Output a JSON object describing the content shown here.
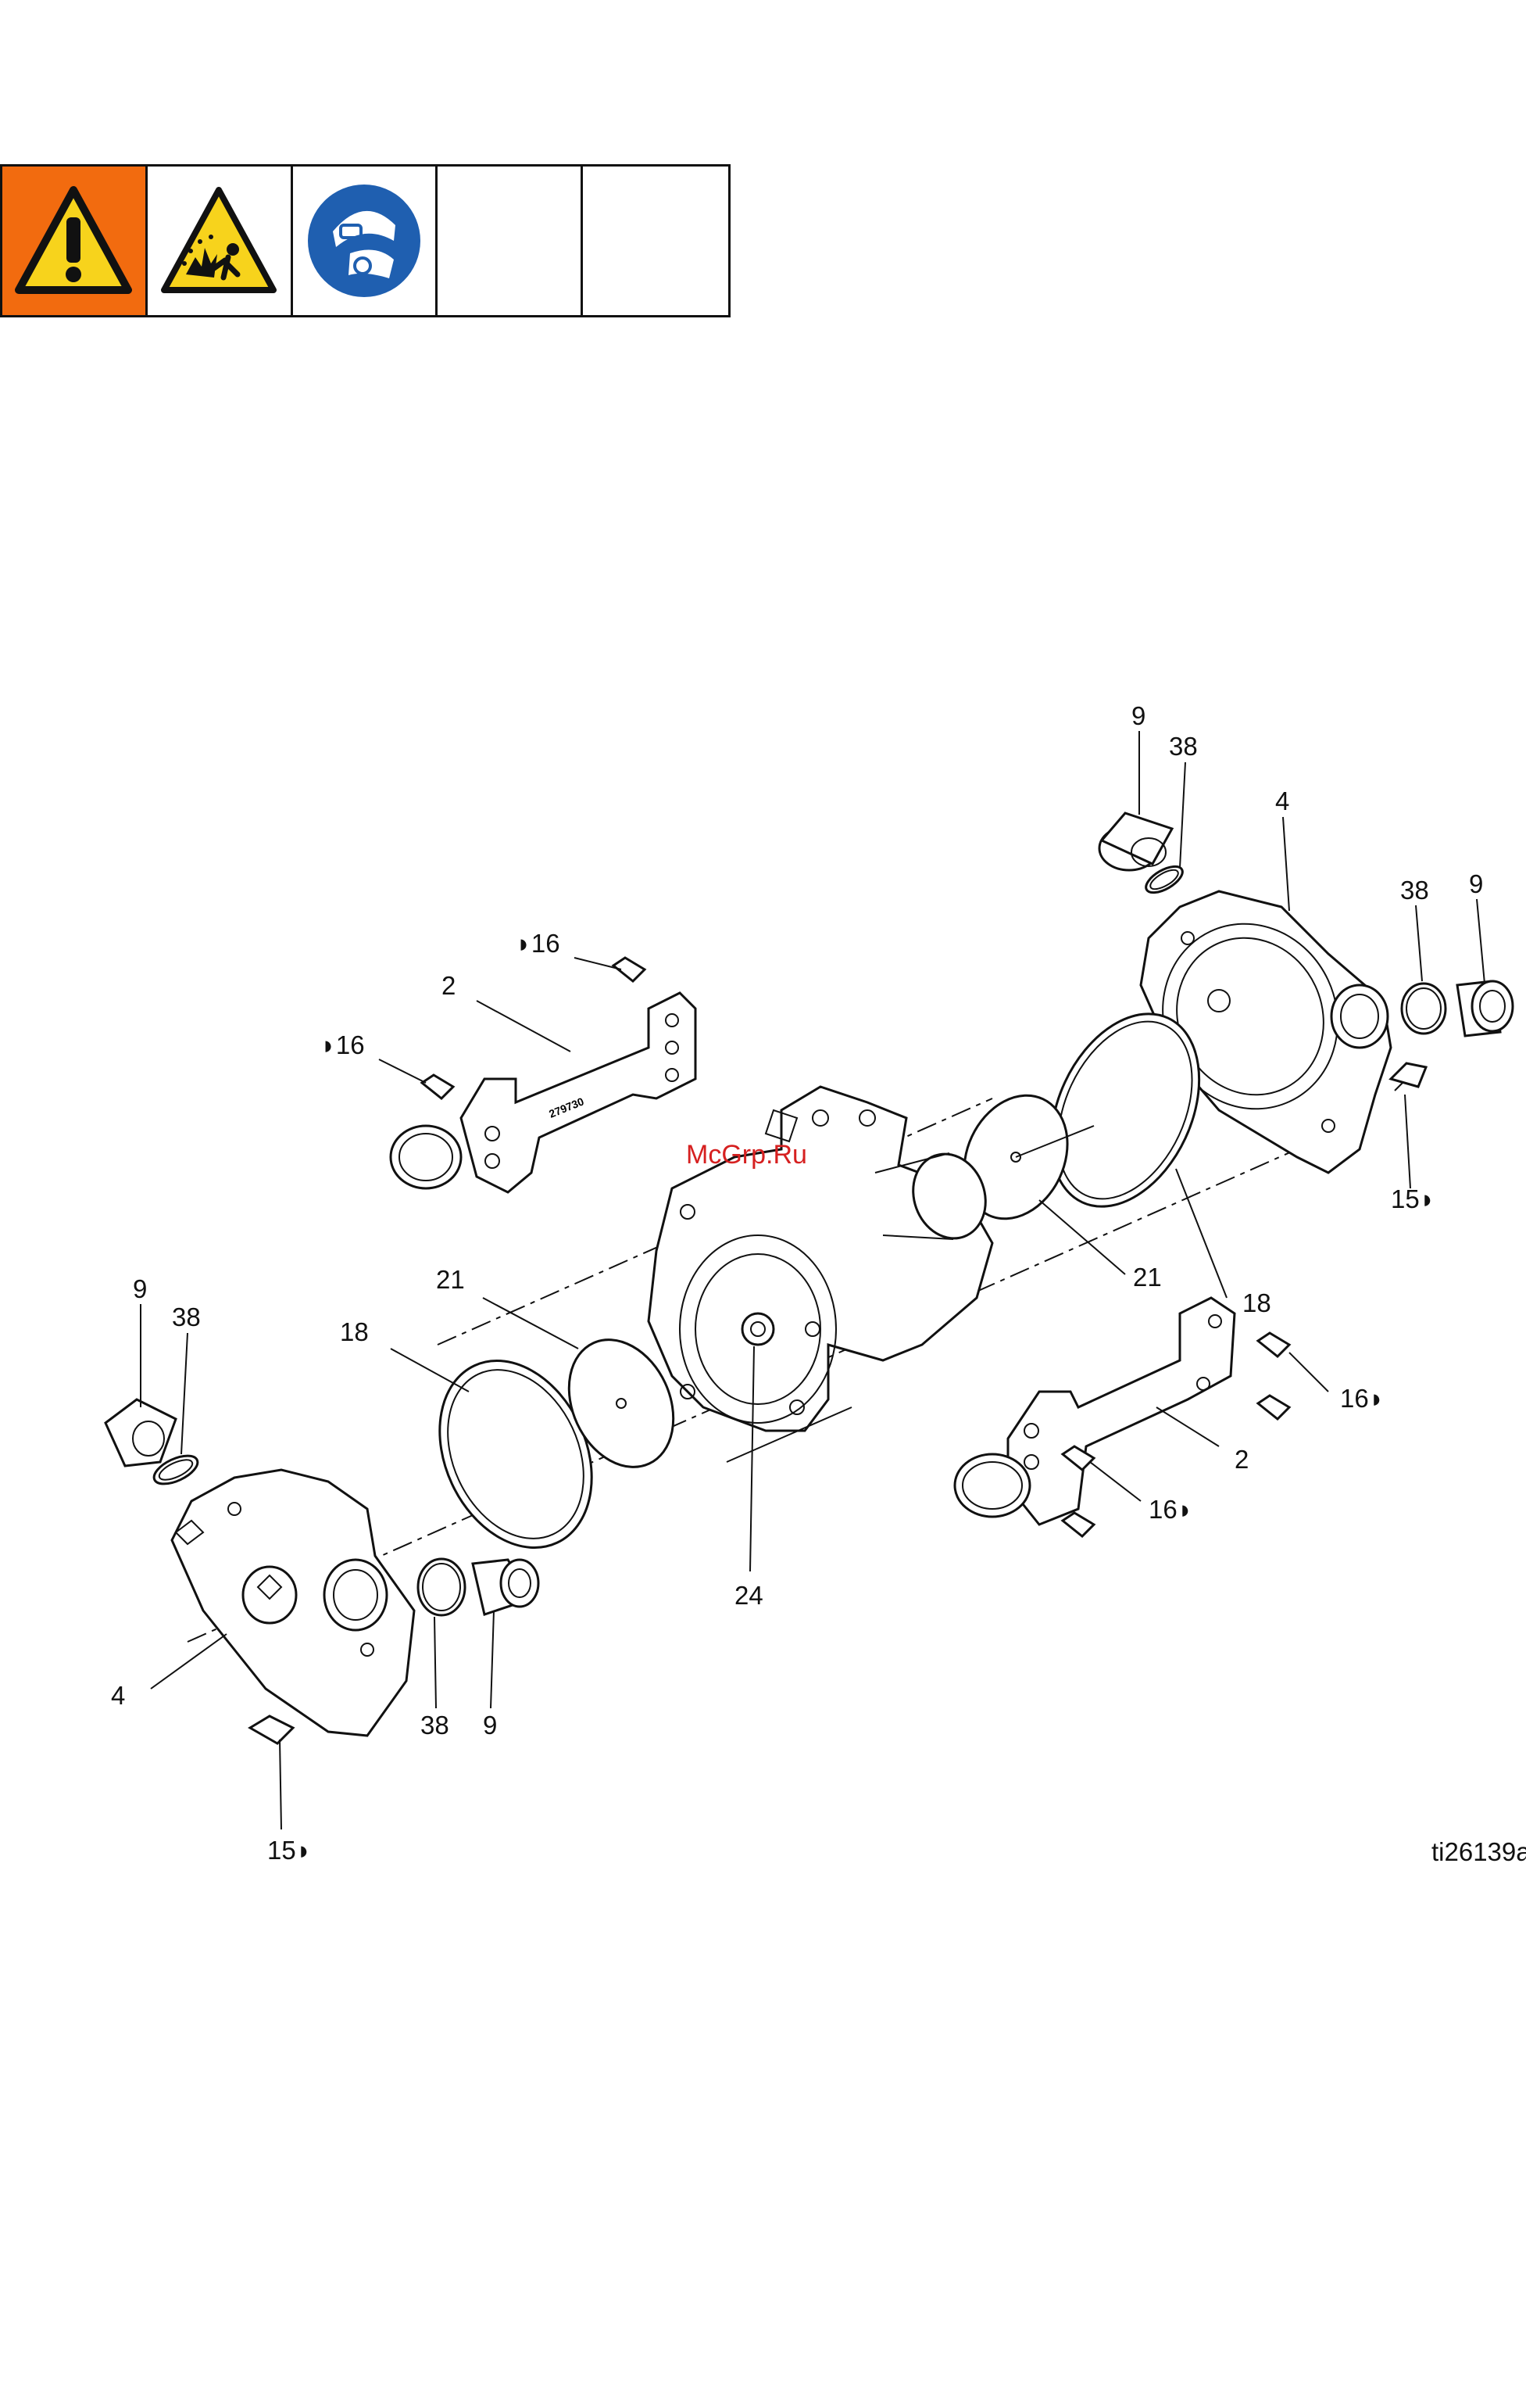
{
  "warning_icons": [
    {
      "name": "warning-icon"
    },
    {
      "name": "explosion-hazard-icon"
    },
    {
      "name": "eye-ear-protection-icon"
    }
  ],
  "diagram": {
    "figure_id": "ti26139a",
    "watermark": "McGrp.Ru",
    "part_serial": "279730",
    "callouts": {
      "c9_top": "9",
      "c38_top": "38",
      "c4_top": "4",
      "c38_right": "38",
      "c9_right": "9",
      "c16_a": "◗16",
      "c2_top": "2",
      "c16_b": "◗16",
      "c18_right": "18",
      "c15_right": "15◗",
      "c21_right": "21",
      "c9_left": "9",
      "c38_left": "38",
      "c21_left": "21",
      "c18_left": "18",
      "c16_c": "16◗",
      "c2_bottom": "2",
      "c16_d": "16◗",
      "c24": "24",
      "c4_left": "4",
      "c38_bottom": "38",
      "c9_bottom": "9",
      "c15_left": "15◗"
    }
  },
  "colors": {
    "warning_orange": "#f26b0f",
    "sign_yellow": "#f7d31c",
    "sign_blue": "#1f5fb0",
    "watermark_red": "#d62020"
  }
}
